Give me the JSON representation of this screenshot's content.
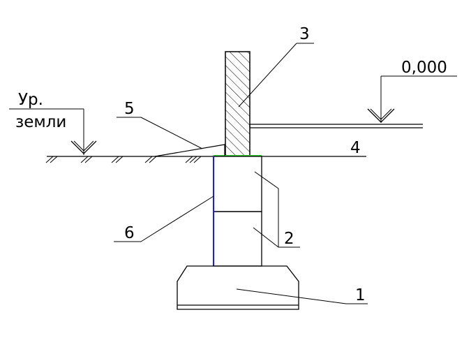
{
  "labels": {
    "callout_1": "1",
    "callout_2": "2",
    "callout_3": "3",
    "callout_4": "4",
    "callout_5": "5",
    "callout_6": "6",
    "level_zero": "0,000",
    "ground_level_line1": "Ур.",
    "ground_level_line2": "земли"
  },
  "colors": {
    "lines": "#000000",
    "insulation_layer": "#1a1aff",
    "waterproofing_layer": "#33cc33",
    "background": "#ffffff"
  }
}
